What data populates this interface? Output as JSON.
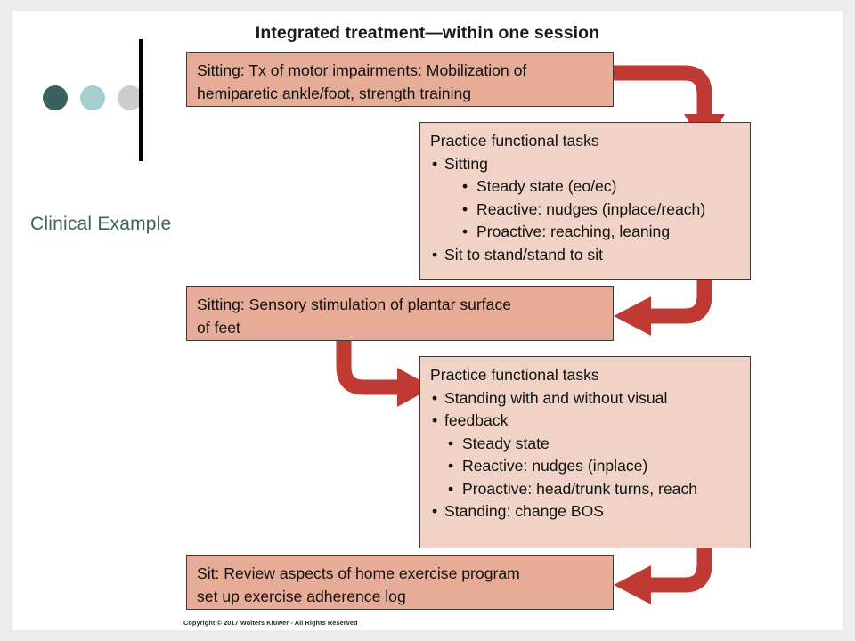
{
  "slide": {
    "title": "Integrated treatment—within one session",
    "section_label": "Clinical Example",
    "copyright": "Copyright © 2017 Wolters Kluwer - All Rights Reserved"
  },
  "colors": {
    "page_background": "#ececec",
    "slide_background": "#ffffff",
    "box_fill_left": "#e6ac98",
    "box_fill_right": "#f0d3c6",
    "box_border": "#3a3a3a",
    "arrow": "#bf3a32",
    "teal_text": "#3d6262",
    "dot_dark_teal": "#3c5f5f",
    "dot_light_teal": "#a5cfcf",
    "dot_gray": "#cdcdcd",
    "vertical_bar": "#000000"
  },
  "decor": {
    "dots": [
      {
        "name": "dot-dark-teal",
        "color": "#3c5f5f"
      },
      {
        "name": "dot-light-teal",
        "color": "#a5cfcf"
      },
      {
        "name": "dot-gray",
        "color": "#cdcdcd"
      }
    ]
  },
  "flow": {
    "boxes": [
      {
        "id": "box1",
        "side": "left",
        "lines": [
          "Sitting: Tx of motor impairments: Mobilization of",
          "hemiparetic ankle/foot, strength training"
        ]
      },
      {
        "id": "box2",
        "side": "right",
        "heading": "Practice functional tasks",
        "bullets": [
          {
            "level": 1,
            "text": "Sitting",
            "children": [
              "Steady state (eo/ec)",
              "Reactive: nudges (inplace/reach)",
              "Proactive: reaching, leaning"
            ]
          },
          {
            "level": 1,
            "text": "Sit to stand/stand to sit",
            "children": []
          }
        ]
      },
      {
        "id": "box3",
        "side": "left",
        "lines": [
          "Sitting: Sensory stimulation of plantar surface",
          "of feet"
        ]
      },
      {
        "id": "box4",
        "side": "right",
        "heading": "Practice functional tasks",
        "bullets": [
          {
            "level": 1,
            "text": "Standing with and without visual",
            "continuation": "feedback",
            "children": [
              "Steady state",
              "Reactive: nudges (inplace)",
              "Proactive: head/trunk turns, reach"
            ]
          },
          {
            "level": 1,
            "text": "Standing: change BOS",
            "children": []
          }
        ]
      },
      {
        "id": "box5",
        "side": "left",
        "lines": [
          "Sit: Review aspects of home exercise program",
          "set up exercise adherence log"
        ]
      }
    ],
    "arrows": [
      {
        "id": "arrow1",
        "from": "box1",
        "to": "box2",
        "direction": "right-then-down"
      },
      {
        "id": "arrow2",
        "from": "box2",
        "to": "box3",
        "direction": "down-then-left"
      },
      {
        "id": "arrow3",
        "from": "box3",
        "to": "box4",
        "direction": "down-then-right"
      },
      {
        "id": "arrow4",
        "from": "box4",
        "to": "box5",
        "direction": "down-then-left"
      }
    ]
  }
}
